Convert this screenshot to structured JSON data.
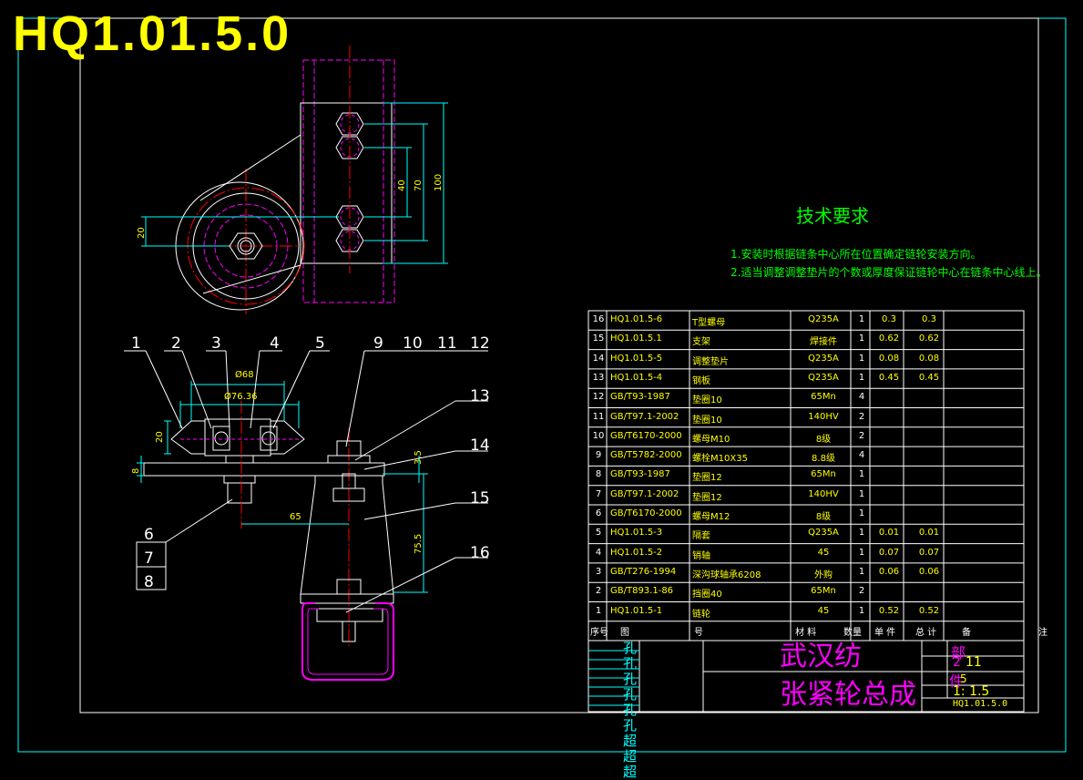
{
  "drawing_number_title": "HQ1.01.5.0",
  "technical_requirements": {
    "heading": "技术要求",
    "items": [
      "1.安装时根据链条中心所在位置确定链轮安装方向。",
      "2.适当调整调整垫片的个数或厚度保证链轮中心在链条中心线上。"
    ]
  },
  "dimensions": {
    "top_view": [
      "20",
      "40",
      "70",
      "100"
    ],
    "front_view": [
      "Ø68",
      "Ø76.36",
      "20",
      "8",
      "3.5",
      "65",
      "75.5"
    ]
  },
  "balloon_labels": [
    "1",
    "2",
    "3",
    "4",
    "5",
    "9",
    "10",
    "11",
    "12",
    "13",
    "14",
    "15",
    "16",
    "6",
    "7",
    "8"
  ],
  "bom": {
    "rows": [
      {
        "no": "16",
        "code": "HQ1.01.5-6",
        "name": "T型螺母",
        "material": "Q235A",
        "qty": "1",
        "unit_wt": "0.3",
        "total_wt": "0.3"
      },
      {
        "no": "15",
        "code": "HQ1.01.5.1",
        "name": "支架",
        "material": "焊接件",
        "qty": "1",
        "unit_wt": "0.62",
        "total_wt": "0.62"
      },
      {
        "no": "14",
        "code": "HQ1.01.5-5",
        "name": "调整垫片",
        "material": "Q235A",
        "qty": "1",
        "unit_wt": "0.08",
        "total_wt": "0.08"
      },
      {
        "no": "13",
        "code": "HQ1.01.5-4",
        "name": "钢板",
        "material": "Q235A",
        "qty": "1",
        "unit_wt": "0.45",
        "total_wt": "0.45"
      },
      {
        "no": "12",
        "code": "GB/T93-1987",
        "name": "垫圈10",
        "material": "65Mn",
        "qty": "4",
        "unit_wt": "",
        "total_wt": ""
      },
      {
        "no": "11",
        "code": "GB/T97.1-2002",
        "name": "垫圈10",
        "material": "140HV",
        "qty": "2",
        "unit_wt": "",
        "total_wt": ""
      },
      {
        "no": "10",
        "code": "GB/T6170-2000",
        "name": "螺母M10",
        "material": "8级",
        "qty": "2",
        "unit_wt": "",
        "total_wt": ""
      },
      {
        "no": "9",
        "code": "GB/T5782-2000",
        "name": "螺栓M10X35",
        "material": "8.8级",
        "qty": "4",
        "unit_wt": "",
        "total_wt": ""
      },
      {
        "no": "8",
        "code": "GB/T93-1987",
        "name": "垫圈12",
        "material": "65Mn",
        "qty": "1",
        "unit_wt": "",
        "total_wt": ""
      },
      {
        "no": "7",
        "code": "GB/T97.1-2002",
        "name": "垫圈12",
        "material": "140HV",
        "qty": "1",
        "unit_wt": "",
        "total_wt": ""
      },
      {
        "no": "6",
        "code": "GB/T6170-2000",
        "name": "螺母M12",
        "material": "8级",
        "qty": "1",
        "unit_wt": "",
        "total_wt": ""
      },
      {
        "no": "5",
        "code": "HQ1.01.5-3",
        "name": "隔套",
        "material": "Q235A",
        "qty": "1",
        "unit_wt": "0.01",
        "total_wt": "0.01"
      },
      {
        "no": "4",
        "code": "HQ1.01.5-2",
        "name": "销轴",
        "material": "45",
        "qty": "1",
        "unit_wt": "0.07",
        "total_wt": "0.07"
      },
      {
        "no": "3",
        "code": "GB/T276-1994",
        "name": "深沟球轴承6208",
        "material": "外购",
        "qty": "1",
        "unit_wt": "0.06",
        "total_wt": "0.06"
      },
      {
        "no": "2",
        "code": "GB/T893.1-86",
        "name": "挡圈40",
        "material": "65Mn",
        "qty": "2",
        "unit_wt": "",
        "total_wt": ""
      },
      {
        "no": "1",
        "code": "HQ1.01.5-1",
        "name": "链轮",
        "material": "45",
        "qty": "1",
        "unit_wt": "0.52",
        "total_wt": "0.52"
      }
    ],
    "header": {
      "no": "序号",
      "code": "图",
      "name": "号",
      "material": "材 料",
      "qty": "数量",
      "unit": "单 件",
      "total": "总 计",
      "remark": "备",
      "note": "注"
    }
  },
  "title_block": {
    "company": "武汉纺",
    "assembly_name": "张紧轮总成",
    "sheet_label": "部",
    "count_a": "2",
    "count_b": "11",
    "count_c": "件",
    "count_d": "5",
    "scale": "1: 1.5",
    "drawing_no": "HQ1.01.5.0",
    "side_strip": "孔孔孔孔孔孔超超超"
  },
  "colors": {
    "frame": "#00ffff",
    "title": "#ffff00",
    "text": "#00ff00",
    "outline": "#ffffff",
    "hidden": "#ff00ff",
    "center": "#ff0000",
    "dim": "#00ffff"
  }
}
